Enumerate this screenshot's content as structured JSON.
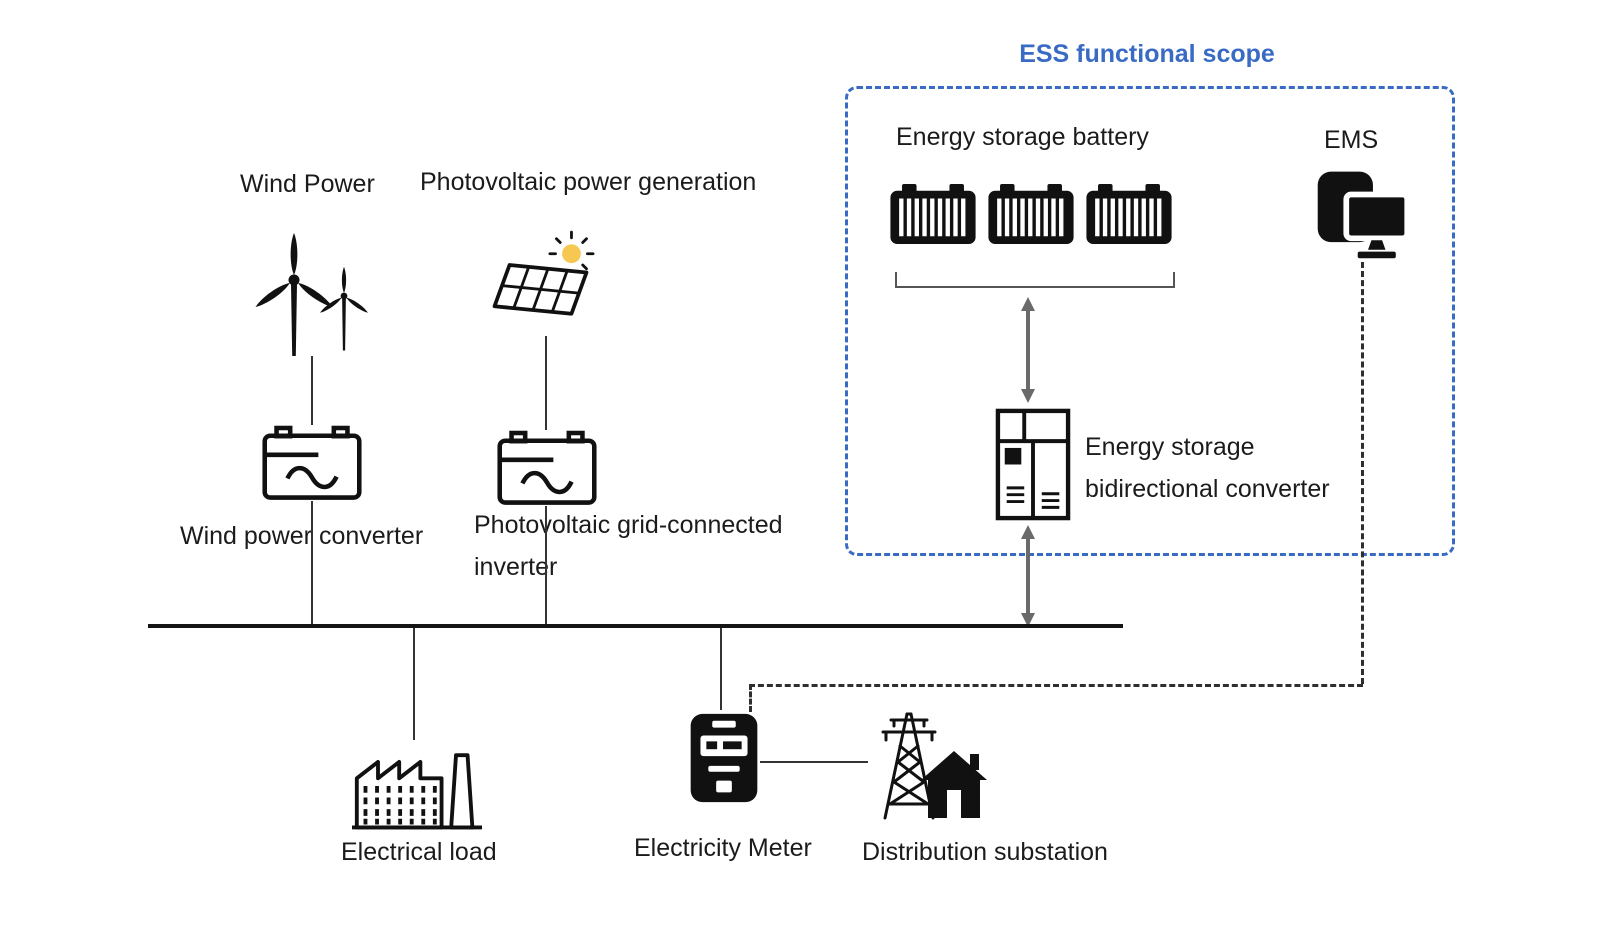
{
  "ess_scope": {
    "title": "ESS functional scope"
  },
  "nodes": {
    "wind_power": {
      "label": "Wind Power"
    },
    "pv_generation": {
      "label": "Photovoltaic power generation"
    },
    "wind_converter": {
      "label": "Wind power converter"
    },
    "pv_inverter": {
      "line1": "Photovoltaic grid-connected",
      "line2": "inverter"
    },
    "storage_battery": {
      "label": "Energy storage battery"
    },
    "ems": {
      "label": "EMS"
    },
    "bidirectional_converter": {
      "line1": "Energy storage",
      "line2": "bidirectional converter"
    },
    "electrical_load": {
      "label": "Electrical load"
    },
    "electricity_meter": {
      "label": "Electricity Meter"
    },
    "distribution_substation": {
      "label": "Distribution substation"
    }
  },
  "icons": {
    "wind_power": "wind-turbine-icon",
    "pv_generation": "solar-panel-icon",
    "wind_converter": "converter-box-icon",
    "pv_inverter": "converter-box-icon",
    "storage_battery": "battery-icon",
    "ems": "computer-monitor-icon",
    "bidirectional_converter": "converter-cabinet-icon",
    "electrical_load": "factory-icon",
    "electricity_meter": "meter-icon",
    "distribution_substation": "transmission-tower-house-icon"
  },
  "colors": {
    "accent_blue": "#3a6bc4",
    "icon_black": "#111111",
    "arrow_gray": "#6a6a6a",
    "line_dark": "#2f2f2f",
    "sun_yellow": "#f6c851"
  }
}
